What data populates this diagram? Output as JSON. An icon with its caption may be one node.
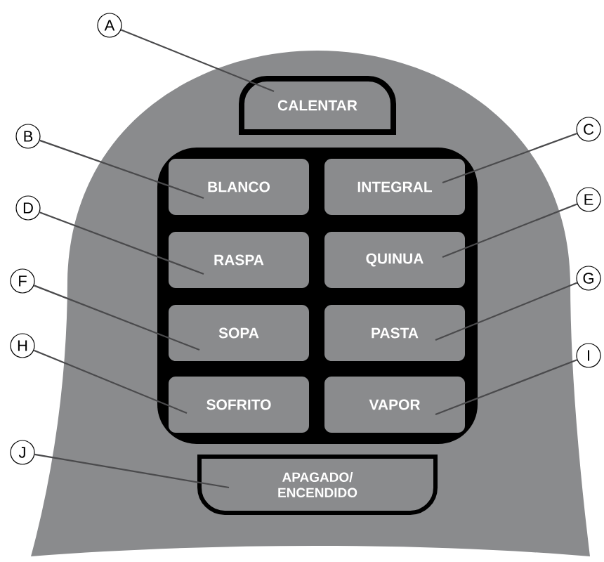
{
  "diagram": {
    "nodes": [
      {
        "text": [
          "A"
        ]
      },
      {
        "text": [
          "CALENTAR"
        ]
      },
      {
        "text": [],
        "shape": "box"
      },
      {
        "text": [
          "B"
        ]
      },
      {
        "text": [
          "BLANCO"
        ],
        "in": 2
      },
      {
        "text": [
          "INTEGRAL"
        ],
        "in": 2
      },
      {
        "text": [
          "C"
        ]
      },
      {
        "text": [
          "D"
        ]
      },
      {
        "text": [
          "RASPA"
        ],
        "in": 2
      },
      {
        "text": [
          "QUINUA"
        ],
        "in": 2
      },
      {
        "text": [
          "E"
        ]
      },
      {
        "text": [
          "F"
        ]
      },
      {
        "text": [
          "SOPA"
        ],
        "in": 2
      },
      {
        "text": [
          "PASTA"
        ],
        "in": 2
      },
      {
        "text": [
          "G"
        ]
      },
      {
        "text": [
          "H"
        ]
      },
      {
        "text": [
          "SOFRITO"
        ],
        "in": 2
      },
      {
        "text": [
          "VAPOR"
        ],
        "in": 2
      },
      {
        "text": [
          "I"
        ]
      },
      {
        "text": [
          "J"
        ]
      },
      {
        "text": [
          "APAGADO/ ENCENDIDO"
        ]
      }
    ],
    "edges": [
      {
        "from": 0,
        "to": 1,
        "arrow": "none"
      },
      {
        "from": 3,
        "to": 4,
        "arrow": "none"
      },
      {
        "from": 6,
        "to": 5,
        "arrow": "none"
      },
      {
        "from": 7,
        "to": 8,
        "arrow": "none"
      },
      {
        "from": 10,
        "to": 9,
        "arrow": "none"
      },
      {
        "from": 11,
        "to": 12,
        "arrow": "none"
      },
      {
        "from": 14,
        "to": 13,
        "arrow": "none"
      },
      {
        "from": 15,
        "to": 16,
        "arrow": "none"
      },
      {
        "from": 18,
        "to": 17,
        "arrow": "none"
      },
      {
        "from": 19,
        "to": 20,
        "arrow": "none"
      }
    ]
  }
}
